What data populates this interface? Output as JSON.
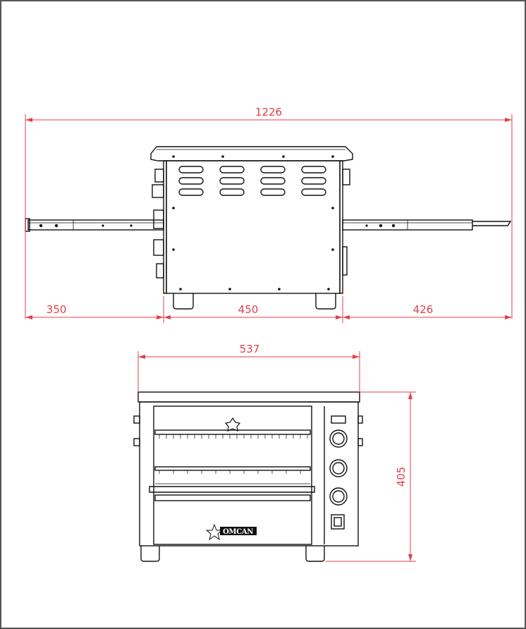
{
  "dimensions": {
    "overall_width": "1226",
    "left_extension": "350",
    "body_width": "450",
    "right_extension": "426",
    "front_width": "537",
    "front_height": "405"
  },
  "brand": {
    "logo_text": "OMCAN"
  },
  "colors": {
    "dimension_line": "#e0404a",
    "outline": "#111111",
    "frame": "#555555"
  }
}
